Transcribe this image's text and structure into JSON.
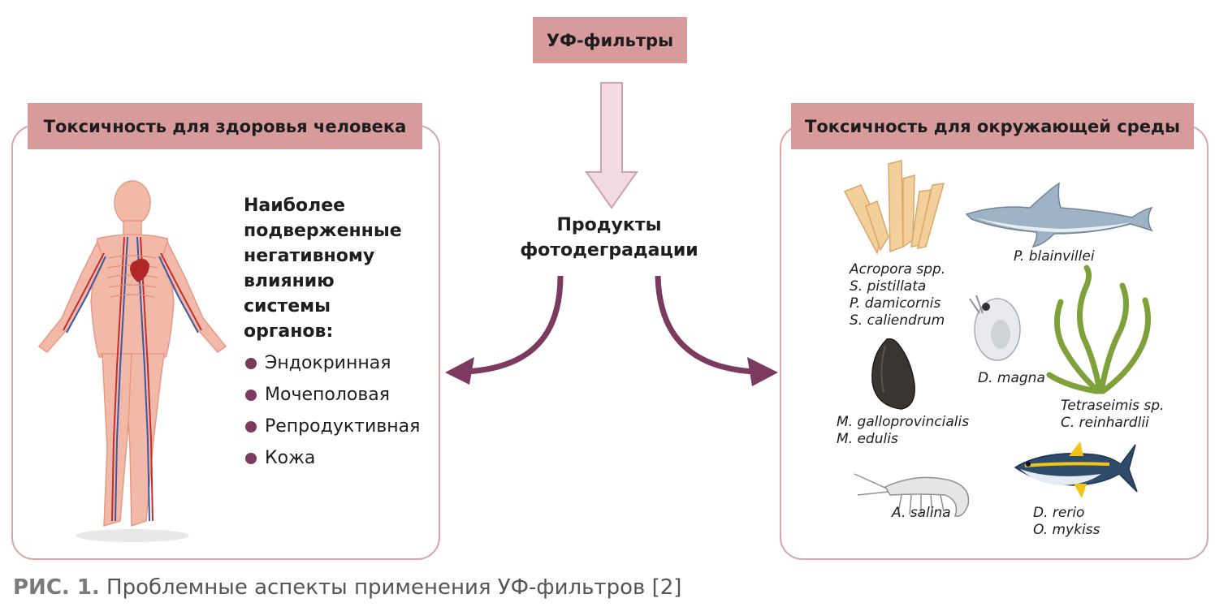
{
  "top_box": {
    "label": "УФ-фильтры"
  },
  "center": {
    "line1": "Продукты",
    "line2": "фотодеградации"
  },
  "left_panel": {
    "header": "Токсичность для здоровья человека",
    "organs_title_lines": [
      "Наиболее",
      "подверженные",
      "негативному",
      "влиянию",
      "системы",
      "органов:"
    ],
    "organs": [
      "Эндокринная",
      "Мочеполовая",
      "Репродуктивная",
      "Кожа"
    ]
  },
  "right_panel": {
    "header": "Токсичность для окружающей среды",
    "coral": [
      "Acropora spp.",
      "S. pistillata",
      "P. damicornis",
      "S. caliendrum"
    ],
    "dolphin": [
      "P. blainvillei"
    ],
    "daphnia": [
      "D. magna"
    ],
    "algae": [
      "Tetraseimis sp.",
      "C. reinhardlii"
    ],
    "mussel": [
      "M. galloprovincialis",
      "M. edulis"
    ],
    "shrimp": [
      "A. salina"
    ],
    "fish": [
      "D. rerio",
      "O. mykiss"
    ]
  },
  "caption": {
    "prefix": "РИС. 1.",
    "text": " Проблемные аспекты применения УФ-фильтров [2]"
  },
  "colors": {
    "header_fill": "#d89b9c",
    "panel_border": "#d9a5a6",
    "arrow_purple": "#7c3a5f",
    "down_arrow_fill": "#f3d9e3",
    "down_arrow_stroke": "#c9a3b3"
  }
}
